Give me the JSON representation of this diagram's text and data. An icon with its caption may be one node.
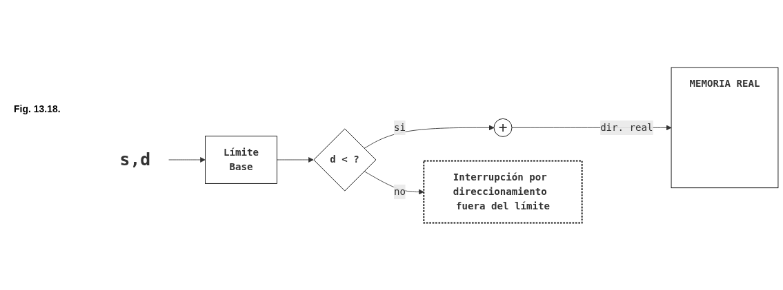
{
  "diagram": {
    "nodes": [
      {
        "text": [
          "s,d"
        ]
      },
      {
        "text": [
          "Límite",
          "Base"
        ]
      },
      {
        "text": [
          "d < ?"
        ]
      },
      {
        "text": [
          "+"
        ]
      },
      {
        "text": [
          "MEMORIA REAL"
        ]
      },
      {
        "text": [
          "Interrupción por direccionamiento fuera del límite"
        ]
      }
    ],
    "edges": [
      {
        "from": 0,
        "to": 1,
        "arrow": "to"
      },
      {
        "from": 1,
        "to": 2,
        "arrow": "to"
      },
      {
        "from": 2,
        "to": 3,
        "arrow": "to",
        "label": "si"
      },
      {
        "from": 3,
        "to": 4,
        "arrow": "to",
        "label": "dir. real"
      },
      {
        "from": 2,
        "to": 5,
        "arrow": "to",
        "label": "no"
      }
    ],
    "labels": [
      "Fig. 13.18."
    ]
  }
}
